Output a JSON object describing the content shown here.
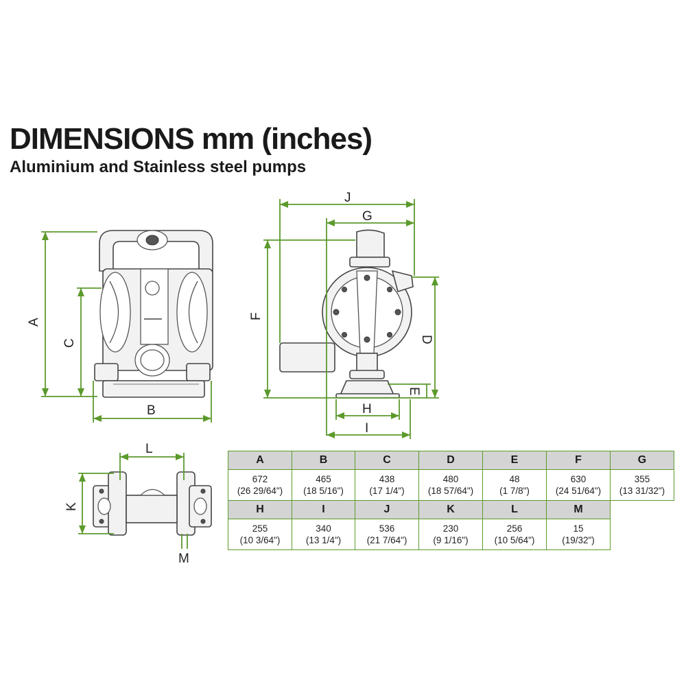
{
  "header": {
    "title": "DIMENSIONS mm (inches)",
    "subtitle": "Aluminium and Stainless steel pumps"
  },
  "labels": {
    "A": "A",
    "B": "B",
    "C": "C",
    "D": "D",
    "E": "E",
    "F": "F",
    "G": "G",
    "H": "H",
    "I": "I",
    "J": "J",
    "K": "K",
    "L": "L",
    "M": "M"
  },
  "table": {
    "row1": [
      {
        "letter": "A",
        "mm": "672",
        "inch": "(26 29/64\")"
      },
      {
        "letter": "B",
        "mm": "465",
        "inch": "(18 5/16\")"
      },
      {
        "letter": "C",
        "mm": "438",
        "inch": "(17 1/4\")"
      },
      {
        "letter": "D",
        "mm": "480",
        "inch": "(18 57/64\")"
      },
      {
        "letter": "E",
        "mm": "48",
        "inch": "(1 7/8\")"
      },
      {
        "letter": "F",
        "mm": "630",
        "inch": "(24 51/64\")"
      },
      {
        "letter": "G",
        "mm": "355",
        "inch": "(13 31/32\")"
      }
    ],
    "row2": [
      {
        "letter": "H",
        "mm": "255",
        "inch": "(10 3/64\")"
      },
      {
        "letter": "I",
        "mm": "340",
        "inch": "(13 1/4\")"
      },
      {
        "letter": "J",
        "mm": "536",
        "inch": "(21 7/64\")"
      },
      {
        "letter": "K",
        "mm": "230",
        "inch": "(9 1/16\")"
      },
      {
        "letter": "L",
        "mm": "256",
        "inch": "(10 5/64\")"
      },
      {
        "letter": "M",
        "mm": "15",
        "inch": "(19/32\")"
      }
    ]
  }
}
